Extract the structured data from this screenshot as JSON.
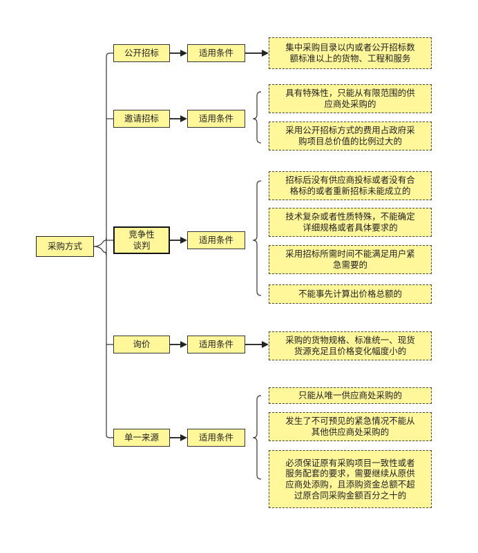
{
  "root": {
    "label": "采购方式"
  },
  "condition_label": "适用条件",
  "methods": [
    {
      "label": "公开招标",
      "conditions": [
        "集中采购目录以内或者公开招标数\n额标准以上的货物、工程和服务"
      ]
    },
    {
      "label": "邀请招标",
      "conditions": [
        "具有特殊性，只能从有限范围的供\n应商处采购的",
        "采用公开招标方式的费用占政府采\n购项目总价值的比例过大的"
      ]
    },
    {
      "label": "竞争性\n谈判",
      "conditions": [
        "招标后没有供应商投标或者没有合\n格标的或者重新招标未能成立的",
        "技术复杂或者性质特殊，不能确定\n详细规格或者具体要求的",
        "采用招标所需时间不能满足用户紧\n急需要的",
        "不能事先计算出价格总额的"
      ]
    },
    {
      "label": "询价",
      "conditions": [
        "采购的货物规格、标准统一、现货\n货源充足且价格变化幅度小的"
      ]
    },
    {
      "label": "单一来源",
      "conditions": [
        "只能从唯一供应商处采购的",
        "发生了不可预见的紧急情况不能从\n其他供应商处采购的",
        "必须保证原有采购项目一致性或者\n服务配套的要求，需要继续从原供\n应商处添购，且添购资金总额不超\n过原合同采购金额百分之十的"
      ]
    }
  ]
}
